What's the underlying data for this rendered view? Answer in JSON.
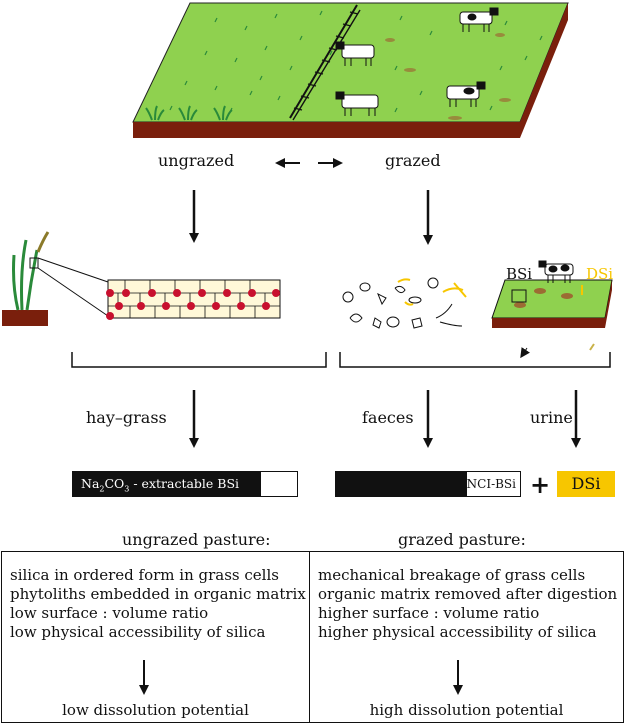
{
  "labels": {
    "ungrazed": "ungrazed",
    "grazed": "grazed",
    "hay_grass": "hay–grass",
    "faeces": "faeces",
    "urine": "urine",
    "plus": "+",
    "bsi": "BSi",
    "dsi": "DSi"
  },
  "bars": {
    "left": {
      "text_main": "Na",
      "sub1": "2",
      "text_mid": "CO",
      "sub2": "3",
      "text_end": " - extractable BSi",
      "filled_fraction": 0.84
    },
    "middle": {
      "text": "NCI-BSi",
      "filled_fraction": 0.71
    },
    "dsi_box": {
      "text": "DSi",
      "color": "#f7c600"
    }
  },
  "colors": {
    "grass": "#8fd14f",
    "soil": "#7a1f0c",
    "dsi_yellow": "#f7c600",
    "phytolith_red": "#c8102e"
  },
  "pasture_headers": {
    "ungrazed": "ungrazed pasture:",
    "grazed": "grazed pasture:"
  },
  "panels": {
    "ungrazed": {
      "lines": [
        "silica in ordered form in grass cells",
        "phytoliths embedded in organic matrix",
        "low surface : volume ratio",
        "low physical accessibility of silica"
      ],
      "result": "low dissolution potential"
    },
    "grazed": {
      "lines": [
        "mechanical breakage of grass cells",
        "organic matrix removed after digestion",
        "higher surface : volume ratio",
        "higher physical accessibility of silica"
      ],
      "result": "high dissolution potential"
    }
  }
}
